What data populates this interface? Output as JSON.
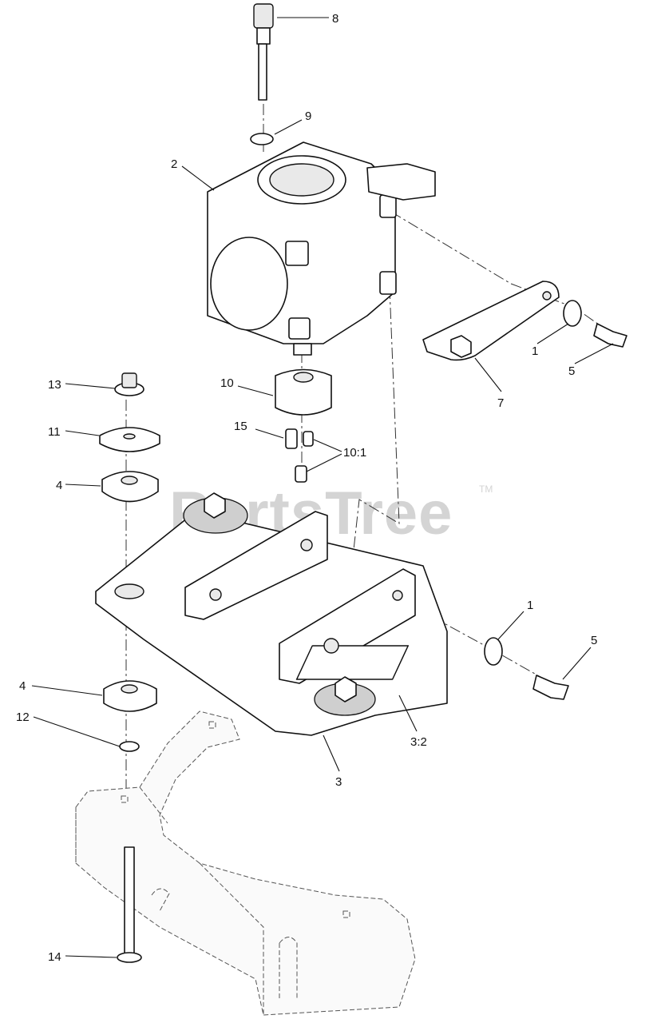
{
  "watermark": {
    "text": "PartsTree",
    "trademark": "TM"
  },
  "callouts": [
    {
      "id": "c8",
      "label": "8"
    },
    {
      "id": "c9",
      "label": "9"
    },
    {
      "id": "c2",
      "label": "2"
    },
    {
      "id": "c10",
      "label": "10"
    },
    {
      "id": "c15",
      "label": "15"
    },
    {
      "id": "c10-1",
      "label": "10:1"
    },
    {
      "id": "c13",
      "label": "13"
    },
    {
      "id": "c11",
      "label": "11"
    },
    {
      "id": "c4a",
      "label": "4"
    },
    {
      "id": "c4b",
      "label": "4"
    },
    {
      "id": "c12",
      "label": "12"
    },
    {
      "id": "c14",
      "label": "14"
    },
    {
      "id": "c1a",
      "label": "1"
    },
    {
      "id": "c5a",
      "label": "5"
    },
    {
      "id": "c7",
      "label": "7"
    },
    {
      "id": "c1b",
      "label": "1"
    },
    {
      "id": "c5b",
      "label": "5"
    },
    {
      "id": "c3",
      "label": "3"
    },
    {
      "id": "c3-2",
      "label": "3:2"
    }
  ]
}
